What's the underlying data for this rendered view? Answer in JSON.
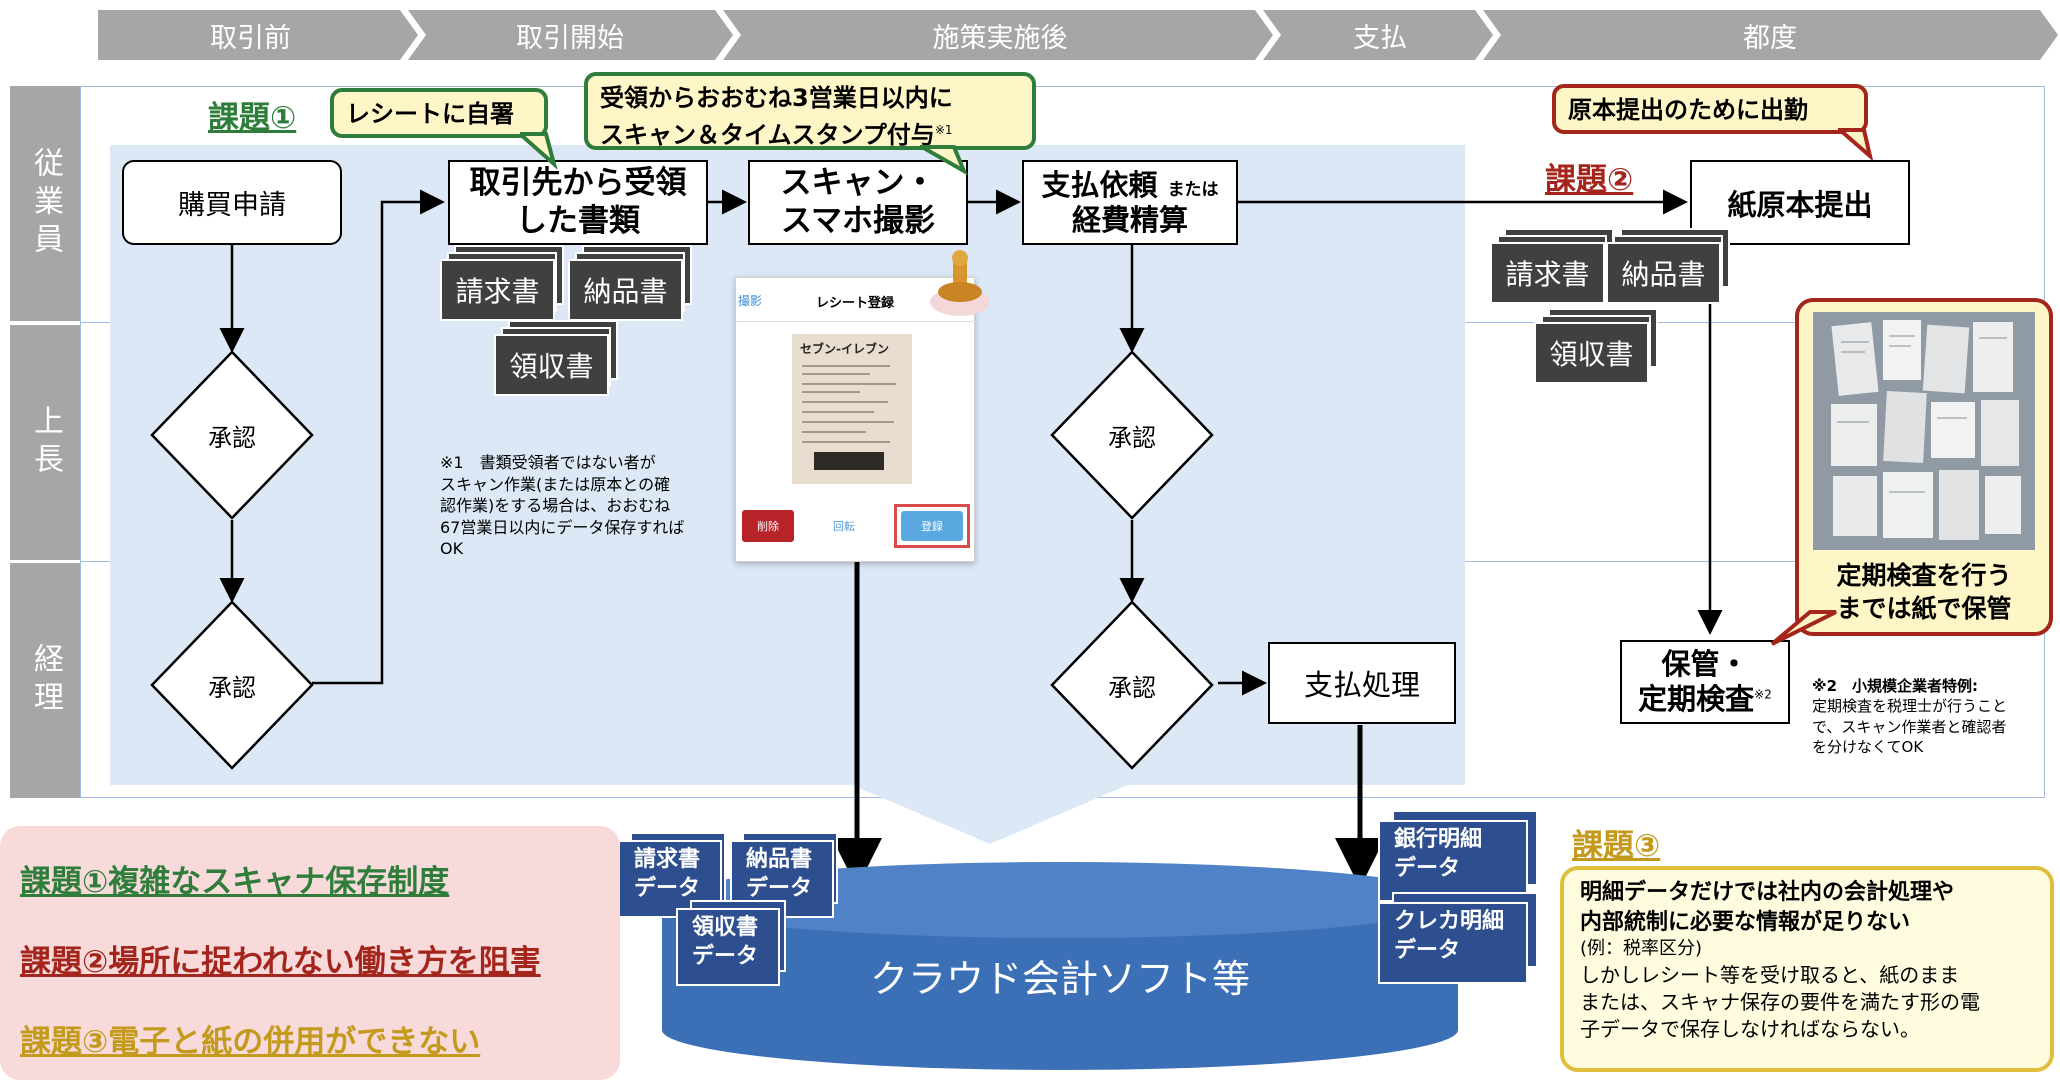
{
  "phases": [
    "取引前",
    "取引開始",
    "施策実施後",
    "支払",
    "都度"
  ],
  "lanes": [
    "従業員",
    "上長",
    "経理"
  ],
  "flow": {
    "purchase_request": "購買申請",
    "received_docs_l1": "取引先から受領",
    "received_docs_l2": "した書類",
    "scan_l1": "スキャン・",
    "scan_l2": "スマホ撮影",
    "payreq_l1": "支払依頼",
    "payreq_or": "または",
    "payreq_l2": "経費精算",
    "paper_submit": "紙原本提出",
    "approve": "承認",
    "payment_process": "支払処理",
    "storage_l1": "保管・",
    "storage_l2": "定期検査",
    "storage_sup": "※2"
  },
  "docs": {
    "invoice": "請求書",
    "delivery": "納品書",
    "receipt": "領収書"
  },
  "callouts": {
    "self_sign": "レシートに自署",
    "scan_rule_l1": "受領からおおむね3営業日以内に",
    "scan_rule_l2": "スキャン＆タイムスタンプ付与",
    "scan_rule_sup": "※1",
    "go_to_office": "原本提出のために出勤",
    "inspection_l1": "定期検査を行う",
    "inspection_l2": "までは紙で保管"
  },
  "issue_labels": {
    "issue1": "課題①",
    "issue2": "課題②",
    "issue3": "課題③"
  },
  "notes": {
    "note1_l1": "※1　書類受領者ではない者が",
    "note1_l2": "スキャン作業(または原本との確",
    "note1_l3": "認作業)をする場合は、おおむね",
    "note1_l4": "67営業日以内にデータ保存すれば",
    "note1_l5": "OK",
    "note2_head": "※2　小規模企業者特例:",
    "note2_l1": "定期検査を税理士が行うこと",
    "note2_l2": "で、スキャン作業者と確認者",
    "note2_l3": "を分けなくてOK"
  },
  "app": {
    "tab": "撮影",
    "title": "レシート登録",
    "receipt_brand": "セブン-イレブン",
    "delete": "削除",
    "rotate": "回転",
    "register": "登録"
  },
  "cloud": {
    "label": "クラウド会計ソフト等",
    "invoice_data_l1": "請求書",
    "invoice_data_l2": "データ",
    "delivery_data_l1": "納品書",
    "delivery_data_l2": "データ",
    "receipt_data_l1": "領収書",
    "receipt_data_l2": "データ",
    "bank_data_l1": "銀行明細",
    "bank_data_l2": "データ",
    "card_data_l1": "クレカ明細",
    "card_data_l2": "データ"
  },
  "summary": {
    "issue1": "課題①複雑なスキャナ保存制度",
    "issue2": "課題②場所に捉われない働き方を阻害",
    "issue3": "課題③電子と紙の併用ができない"
  },
  "issue3_box": {
    "head_l1": "明細データだけでは社内の会計処理や",
    "head_l2": "内部統制に必要な情報が足りない",
    "example": "(例：税率区分)",
    "body_l1": "しかしレシート等を受け取ると、紙のまま",
    "body_l2": "または、スキャナ保存の要件を満たす形の電",
    "body_l3": "子データで保存しなければならない。"
  },
  "colors": {
    "issue1": "#2f7d3a",
    "issue2": "#a3251c",
    "issue3": "#c49a1d",
    "lane_bg": "#dce8f6",
    "cloud": "#3b6fb6",
    "doc_blue": "#2e4f8f",
    "phase_gray": "#a6a6a6"
  }
}
